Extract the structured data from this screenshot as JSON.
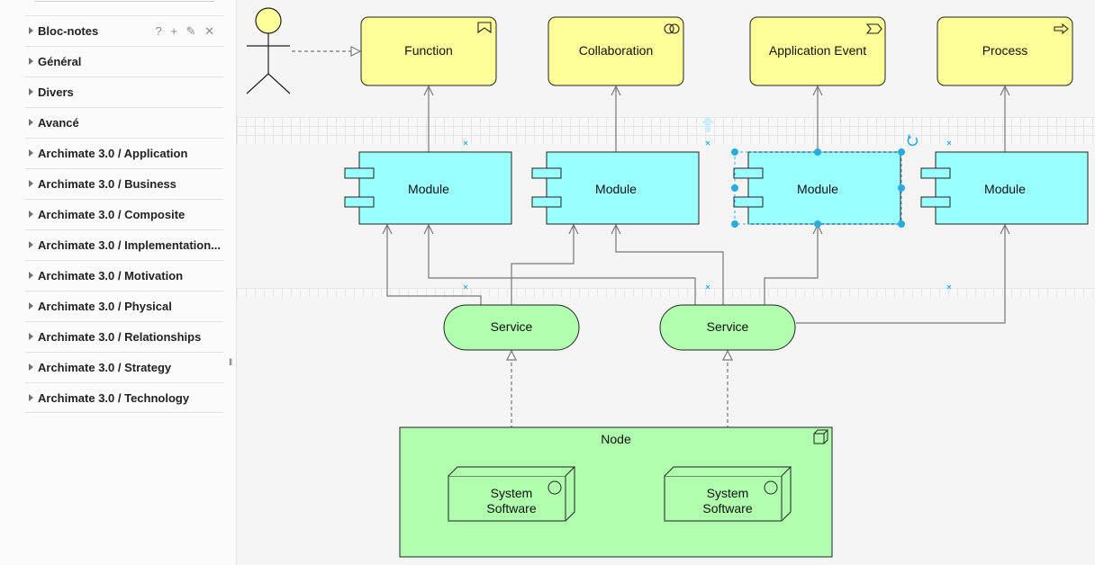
{
  "palette": {
    "items": [
      {
        "label": "Bloc-notes"
      },
      {
        "label": "Général"
      },
      {
        "label": "Divers"
      },
      {
        "label": "Avancé"
      },
      {
        "label": "Archimate 3.0 / Application"
      },
      {
        "label": "Archimate 3.0 / Business"
      },
      {
        "label": "Archimate 3.0 / Composite"
      },
      {
        "label": "Archimate 3.0 / Implementation..."
      },
      {
        "label": "Archimate 3.0 / Motivation"
      },
      {
        "label": "Archimate 3.0 / Physical"
      },
      {
        "label": "Archimate 3.0 / Relationships"
      },
      {
        "label": "Archimate 3.0 / Strategy"
      },
      {
        "label": "Archimate 3.0 / Technology"
      }
    ],
    "tools": {
      "help": "?",
      "add": "+",
      "edit": "✎",
      "close": "✕"
    }
  },
  "diagram": {
    "business": {
      "function": "Function",
      "collaboration": "Collaboration",
      "event": "Application Event",
      "process": "Process"
    },
    "modules": [
      "Module",
      "Module",
      "Module",
      "Module"
    ],
    "services": [
      "Service",
      "Service"
    ],
    "node": {
      "title": "Node",
      "children": [
        {
          "line1": "System",
          "line2": "Software"
        },
        {
          "line1": "System",
          "line2": "Software"
        }
      ]
    },
    "colors": {
      "business": "#ffff99",
      "application": "#99ffff",
      "technology": "#afffaf",
      "selection": "#29abe2"
    }
  }
}
